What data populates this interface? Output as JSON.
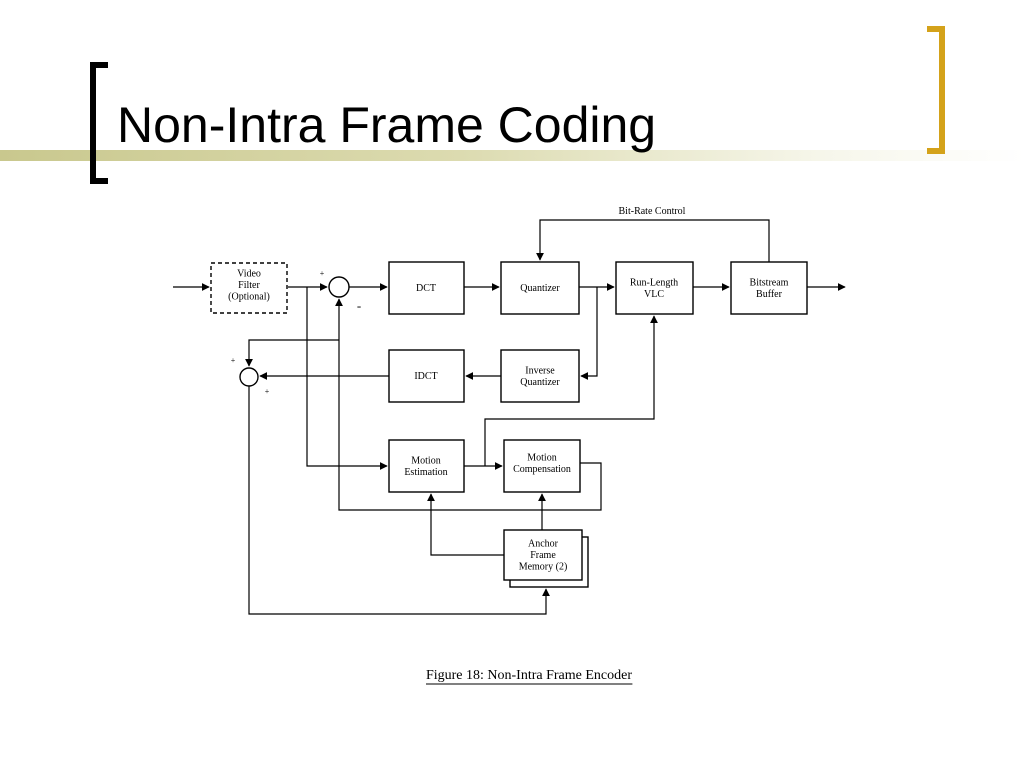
{
  "slide": {
    "title": "Non-Intra Frame Coding",
    "accent_color": "#d4a21a",
    "band_color": "#c9c88e"
  },
  "diagram": {
    "feedback_label": "Bit-Rate Control",
    "blocks": {
      "video_filter": [
        "Video",
        "Filter",
        "(Optional)"
      ],
      "dct": [
        "DCT"
      ],
      "quantizer": [
        "Quantizer"
      ],
      "rlvlc": [
        "Run-Length",
        "VLC"
      ],
      "bitstream": [
        "Bitstream",
        "Buffer"
      ],
      "idct": [
        "IDCT"
      ],
      "inv_quant": [
        "Inverse",
        "Quantizer"
      ],
      "motion_est": [
        "Motion",
        "Estimation"
      ],
      "motion_comp": [
        "Motion",
        "Compensation"
      ],
      "anchor": [
        "Anchor",
        "Frame",
        "Memory (2)"
      ]
    },
    "signs": {
      "sum1_plus": "+",
      "sum1_minus": "-",
      "sum2_plus_top": "+",
      "sum2_plus_bottom": "+"
    },
    "caption": "Figure 18:  Non-Intra Frame Encoder"
  }
}
